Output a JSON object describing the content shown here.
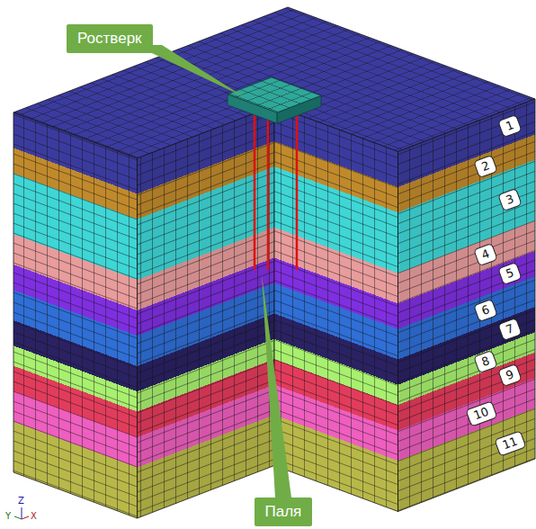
{
  "diagram": {
    "nodes": [
      {
        "text": [
          "Ростверк"
        ]
      },
      {
        "text": [
          "1"
        ]
      },
      {
        "text": [
          "2"
        ]
      },
      {
        "text": [
          "3"
        ]
      },
      {
        "text": [
          "4"
        ]
      },
      {
        "text": [
          "5"
        ]
      },
      {
        "text": [
          "6"
        ]
      },
      {
        "text": [
          "7"
        ]
      },
      {
        "text": [
          "8"
        ]
      },
      {
        "text": [
          "9"
        ]
      },
      {
        "text": [
          "10"
        ]
      },
      {
        "text": [
          "11"
        ]
      },
      {
        "text": [
          "Паля"
        ]
      }
    ],
    "labels": [
      "Z",
      "Y",
      "X"
    ]
  }
}
